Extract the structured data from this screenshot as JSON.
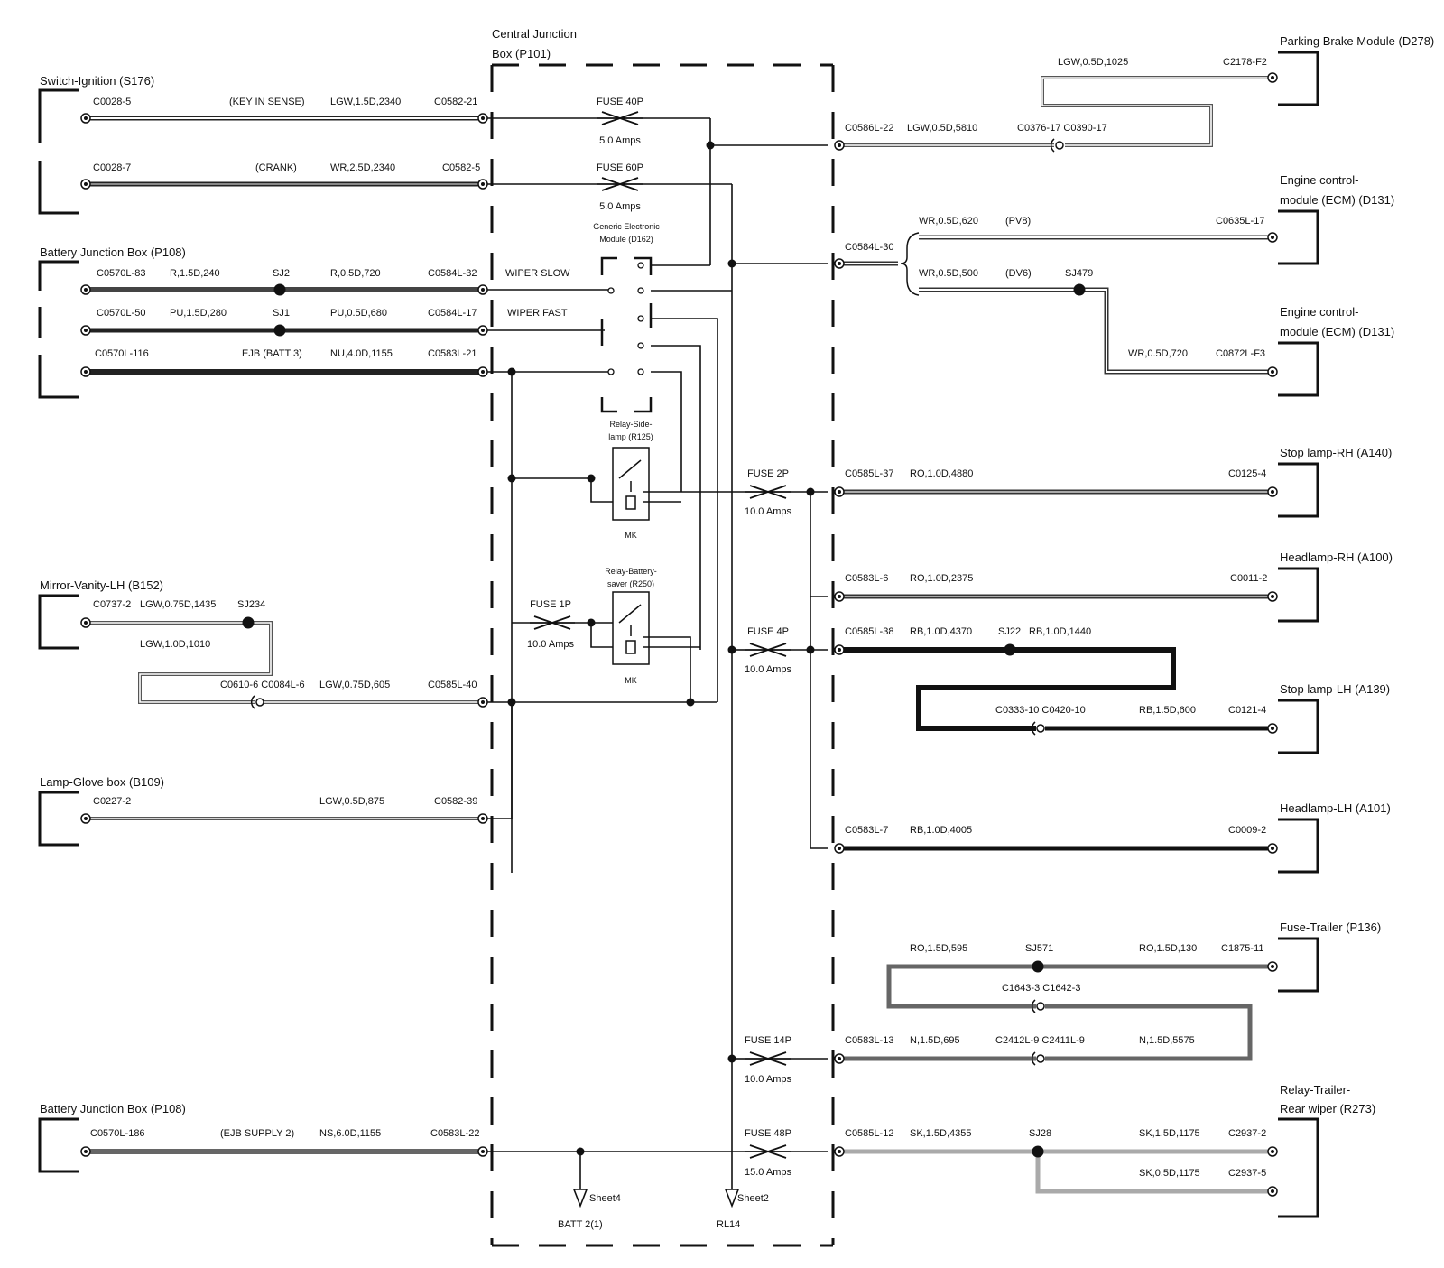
{
  "components": {
    "cjb": [
      "Central Junction",
      "Box (P101)"
    ],
    "switch_ignition": "Switch-Ignition (S176)",
    "battery_jb_1": "Battery Junction Box (P108)",
    "mirror_vanity": "Mirror-Vanity-LH (B152)",
    "lamp_glovebox": "Lamp-Glove box (B109)",
    "battery_jb_2": "Battery Junction Box (P108)",
    "parking_brake": "Parking Brake Module (D278)",
    "ecm_1": [
      "Engine control-",
      "module (ECM) (D131)"
    ],
    "ecm_2": [
      "Engine control-",
      "module (ECM) (D131)"
    ],
    "stop_rh": "Stop lamp-RH (A140)",
    "head_rh": "Headlamp-RH (A100)",
    "stop_lh": "Stop lamp-LH (A139)",
    "head_lh": "Headlamp-LH (A101)",
    "fuse_trailer": "Fuse-Trailer (P136)",
    "relay_trailer": [
      "Relay-Trailer-",
      "Rear wiper (R273)"
    ],
    "gem": [
      "Generic Electronic",
      "Module (D162)"
    ],
    "relay_side": [
      "Relay-Side-",
      "lamp (R125)"
    ],
    "relay_batt": [
      "Relay-Battery-",
      "saver (R250)"
    ],
    "mk1": "MK",
    "mk2": "MK"
  },
  "fuses": {
    "f40": {
      "name": "FUSE 40P",
      "amps": "5.0 Amps"
    },
    "f60": {
      "name": "FUSE 60P",
      "amps": "5.0 Amps"
    },
    "f2": {
      "name": "FUSE 2P",
      "amps": "10.0 Amps"
    },
    "f1": {
      "name": "FUSE 1P",
      "amps": "10.0 Amps"
    },
    "f4": {
      "name": "FUSE 4P",
      "amps": "10.0 Amps"
    },
    "f14": {
      "name": "FUSE 14P",
      "amps": "10.0 Amps"
    },
    "f48": {
      "name": "FUSE 48P",
      "amps": "15.0 Amps"
    }
  },
  "labels": {
    "c0028_5": "C0028-5",
    "key_in_sense": "(KEY IN SENSE)",
    "lgw_15_2340": "LGW,1.5D,2340",
    "c0582_21": "C0582-21",
    "c0028_7": "C0028-7",
    "crank": "(CRANK)",
    "wr_25_2340": "WR,2.5D,2340",
    "c0582_5": "C0582-5",
    "c0570l_83": "C0570L-83",
    "r_15_240": "R,1.5D,240",
    "sj2": "SJ2",
    "r_05_720": "R,0.5D,720",
    "c0584l_32": "C0584L-32",
    "wiper_slow": "WIPER SLOW",
    "c0570l_50": "C0570L-50",
    "pu_15_280": "PU,1.5D,280",
    "sj1": "SJ1",
    "pu_05_680": "PU,0.5D,680",
    "c0584l_17": "C0584L-17",
    "wiper_fast": "WIPER FAST",
    "c0570l_116": "C0570L-116",
    "ejb_batt3": "EJB (BATT 3)",
    "nu_40_1155": "NU,4.0D,1155",
    "c0583l_21": "C0583L-21",
    "c0737_2": "C0737-2",
    "lgw_075_1435": "LGW,0.75D,1435",
    "sj234": "SJ234",
    "lgw_10_1010": "LGW,1.0D,1010",
    "c0610_6": "C0610-6 C0084L-6",
    "lgw_075_605": "LGW,0.75D,605",
    "c0585l_40": "C0585L-40",
    "c0227_2": "C0227-2",
    "lgw_05_875": "LGW,0.5D,875",
    "c0582_39": "C0582-39",
    "c0570l_186": "C0570L-186",
    "ejb_supply2": "(EJB SUPPLY 2)",
    "ns_60_1155": "NS,6.0D,1155",
    "c0583l_22": "C0583L-22",
    "sheet4": "Sheet4",
    "batt_2_1": "BATT 2(1)",
    "sheet2": "Sheet2",
    "rl14": "RL14",
    "lgw_05_1025": "LGW,0.5D,1025",
    "c2178_f2": "C2178-F2",
    "c0586l_22": "C0586L-22",
    "lgw_05_5810": "LGW,0.5D,5810",
    "c0376_17": "C0376-17 C0390-17",
    "wr_05_620": "WR,0.5D,620",
    "pv8": "(PV8)",
    "c0635l_17": "C0635L-17",
    "c0584l_30": "C0584L-30",
    "wr_05_500": "WR,0.5D,500",
    "dv6": "(DV6)",
    "sj479": "SJ479",
    "wr_05_720": "WR,0.5D,720",
    "c0872l_f3": "C0872L-F3",
    "c0585l_37": "C0585L-37",
    "ro_10_4880": "RO,1.0D,4880",
    "c0125_4": "C0125-4",
    "c0583l_6": "C0583L-6",
    "ro_10_2375": "RO,1.0D,2375",
    "c0011_2": "C0011-2",
    "c0585l_38": "C0585L-38",
    "rb_10_4370": "RB,1.0D,4370",
    "sj22": "SJ22",
    "rb_10_1440": "RB,1.0D,1440",
    "c0333_10": "C0333-10 C0420-10",
    "rb_15_600": "RB,1.5D,600",
    "c0121_4": "C0121-4",
    "c0583l_7": "C0583L-7",
    "rb_10_4005": "RB,1.0D,4005",
    "c0009_2": "C0009-2",
    "ro_15_595": "RO,1.5D,595",
    "sj571": "SJ571",
    "ro_15_130": "RO,1.5D,130",
    "c1875_11": "C1875-11",
    "c1643_3": "C1643-3 C1642-3",
    "c0583l_13": "C0583L-13",
    "n_15_695": "N,1.5D,695",
    "c2412l_9": "C2412L-9 C2411L-9",
    "n_15_5575": "N,1.5D,5575",
    "c0585l_12": "C0585L-12",
    "sk_15_4355": "SK,1.5D,4355",
    "sj28": "SJ28",
    "sk_15_1175": "SK,1.5D,1175",
    "c2937_2": "C2937-2",
    "sk_05_1175": "SK,0.5D,1175",
    "c2937_5": "C2937-5"
  }
}
